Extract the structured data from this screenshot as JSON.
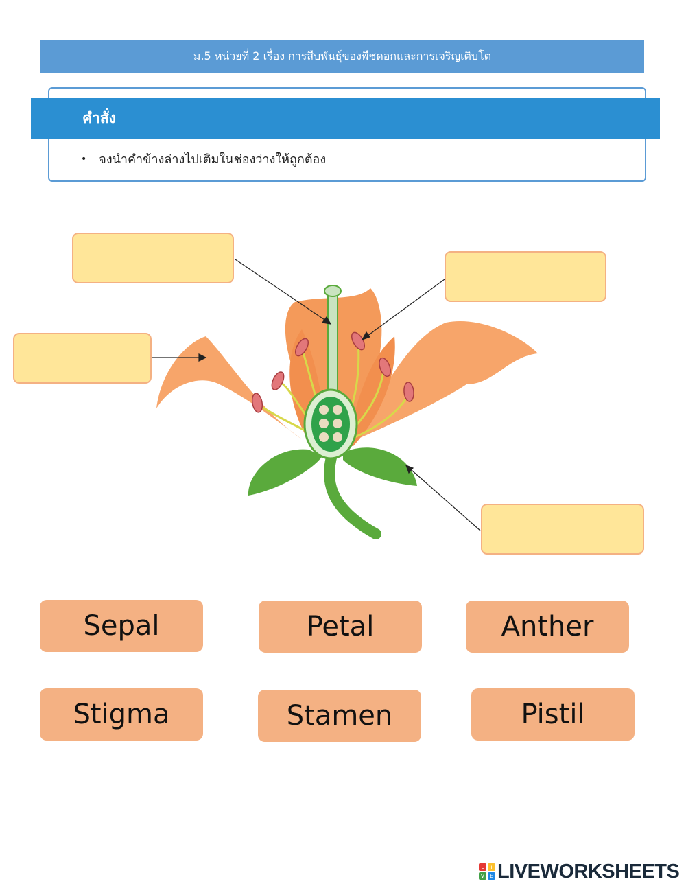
{
  "header": {
    "title": "ม.5 หน่วยที่ 2 เรื่อง การสืบพันธุ์ของพืชดอกและการเจริญเติบโต"
  },
  "instructions": {
    "title": "คำสั่ง",
    "items": [
      "จงนำคำข้างล่างไปเติมในช่องว่างให้ถูกต้อง"
    ]
  },
  "drop_zones": [
    "",
    "",
    "",
    "",
    ""
  ],
  "word_bank": [
    "Sepal",
    "Petal",
    "Anther",
    "Stigma",
    "Stamen",
    "Pistil"
  ],
  "branding": {
    "text": "LIVEWORKSHEETS",
    "logo_letters": [
      "L",
      "i",
      "V",
      "E"
    ]
  },
  "colors": {
    "header": "#5b9bd5",
    "instruction_title": "#2b8fd2",
    "drop_fill": "#ffe699",
    "drop_border": "#f4b183",
    "word_fill": "#f4b183",
    "petal": "#f7a56a",
    "leaf": "#5aaa3c"
  }
}
